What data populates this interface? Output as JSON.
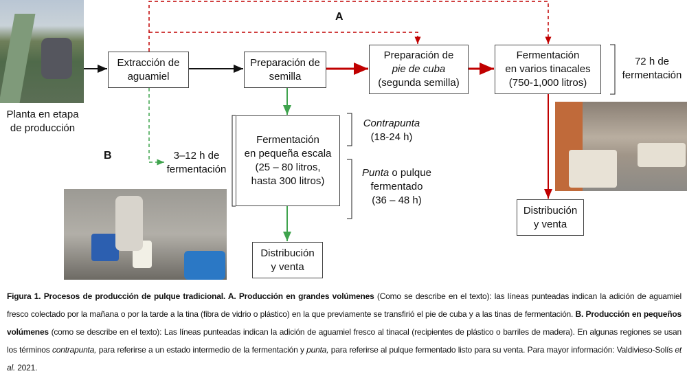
{
  "colors": {
    "red": "#c00000",
    "green": "#3fa34d",
    "black": "#111111"
  },
  "section_labels": {
    "a": "A",
    "b": "B"
  },
  "plant_label": [
    "Planta en etapa",
    "de producción"
  ],
  "boxes": {
    "extraccion": [
      "Extracción de",
      "aguamiel"
    ],
    "semilla": [
      "Preparación de",
      "semilla"
    ],
    "pie_de_cuba": [
      "Preparación de",
      "pie de cuba",
      "(segunda semilla)"
    ],
    "tinacales": [
      "Fermentación",
      "en varios tinacales",
      "(750-1,000 litros)"
    ],
    "distribucion_a": [
      "Distribución",
      "y venta"
    ],
    "pequena_escala": [
      "Fermentación",
      "en pequeña escala",
      "(25 – 80 litros,",
      "hasta 300 litros)"
    ],
    "distribucion_b": [
      "Distribución",
      "y venta"
    ]
  },
  "annotations": {
    "fermentacion_72": [
      "72 h de",
      "fermentación"
    ],
    "fermentacion_3_12": [
      "3–12 h de",
      "fermentación"
    ],
    "contrapunta": [
      "Contrapunta",
      "(18-24 h)"
    ],
    "punta": [
      "Punta",
      " o pulque",
      "fermentado",
      "(36 – 48 h)"
    ]
  },
  "caption": {
    "fig": "Figura 1. Procesos de producción de pulque tradicional. A. Producción en grandes volúmenes",
    "t1": " (Como se describe en el texto): las líneas punteadas indican la adición de aguamiel fresco colectado por la mañana o por la tarde a la tina (fibra de vidrio o plástico) en la que previamente se transfirió el pie de cuba y a las tinas de fermentación. ",
    "b": "B. Producción en pequeños volúmenes",
    "t2": " (como se describe en el texto): Las líneas punteadas indican la adición de aguamiel fresco al tinacal (recipientes de plástico o barriles de madera). En algunas regiones se usan los términos ",
    "contrapunta": "contrapunta,",
    "t3": " para referirse a un estado intermedio de la fermentación y ",
    "punta": "punta,",
    "t4": " para referirse al pulque fermentado listo para su venta. Para mayor información: Valdivieso-Solís ",
    "etal": "et al.",
    "t5": " 2021."
  }
}
